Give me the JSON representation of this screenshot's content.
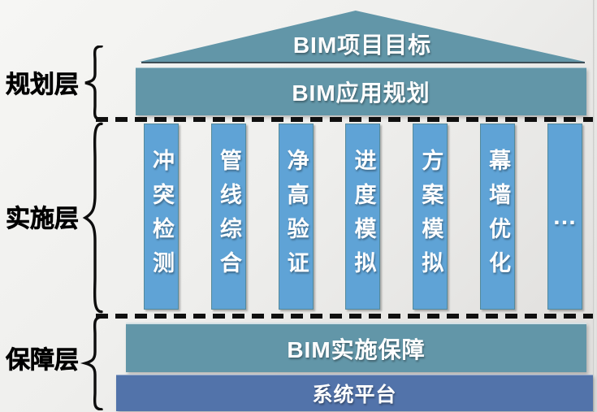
{
  "roof": {
    "label": "BIM项目目标"
  },
  "planning_bar": {
    "label": "BIM应用规划"
  },
  "pillars": [
    {
      "label": "冲突检测"
    },
    {
      "label": "管线综合"
    },
    {
      "label": "净高验证"
    },
    {
      "label": "进度模拟"
    },
    {
      "label": "方案模拟"
    },
    {
      "label": "幕墙优化"
    },
    {
      "label": "…"
    }
  ],
  "assurance_bar": {
    "label": "BIM实施保障"
  },
  "platform_bar": {
    "label": "系统平台"
  },
  "layers": {
    "planning": "规划层",
    "implementation": "实施层",
    "assurance": "保障层"
  },
  "colors": {
    "teal": "#6296A8",
    "pillar_blue": "#5FA3D6",
    "platform_blue": "#5273AA",
    "dash_black": "#101010",
    "text_white": "#FFFFFF",
    "label_black": "#000000"
  }
}
